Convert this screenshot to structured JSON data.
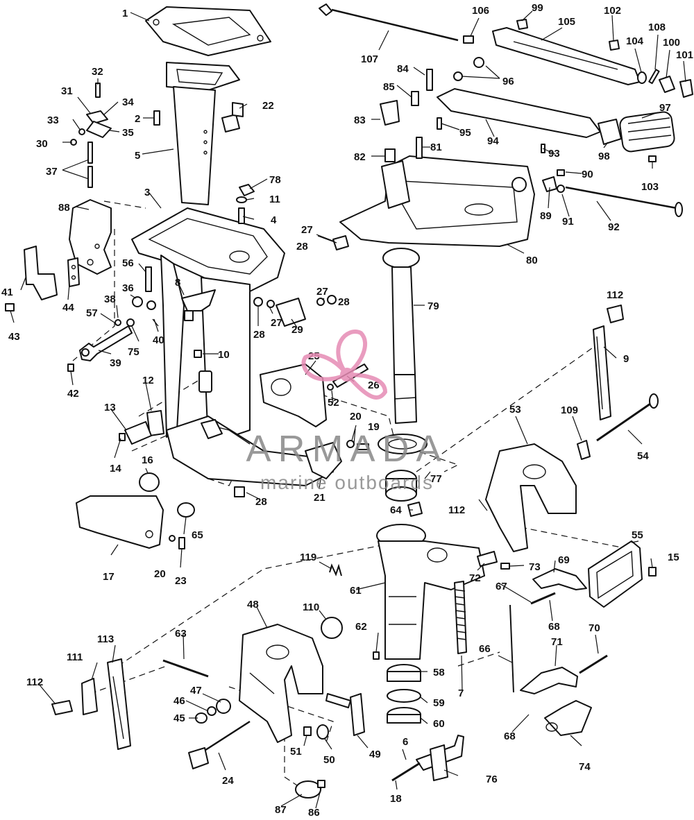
{
  "watermark": {
    "brand": "ARMADA",
    "tagline": "marine outboards",
    "accent_color": "#e68bb4",
    "text_color": "#888888"
  },
  "callouts": [
    "1",
    "2",
    "3",
    "4",
    "5",
    "6",
    "7",
    "8",
    "9",
    "10",
    "11",
    "12",
    "13",
    "14",
    "15",
    "16",
    "17",
    "18",
    "19",
    "20",
    "20",
    "21",
    "22",
    "23",
    "24",
    "25",
    "26",
    "27",
    "27",
    "27",
    "28",
    "28",
    "28",
    "28",
    "29",
    "30",
    "31",
    "32",
    "33",
    "34",
    "35",
    "36",
    "37",
    "38",
    "39",
    "40",
    "41",
    "42",
    "43",
    "44",
    "45",
    "46",
    "47",
    "48",
    "49",
    "50",
    "51",
    "52",
    "53",
    "54",
    "55",
    "56",
    "57",
    "58",
    "59",
    "60",
    "61",
    "62",
    "63",
    "64",
    "65",
    "66",
    "67",
    "68",
    "68",
    "69",
    "70",
    "71",
    "72",
    "73",
    "74",
    "75",
    "76",
    "77",
    "78",
    "79",
    "80",
    "81",
    "82",
    "83",
    "84",
    "85",
    "86",
    "87",
    "88",
    "89",
    "90",
    "91",
    "92",
    "93",
    "94",
    "95",
    "96",
    "97",
    "98",
    "99",
    "100",
    "101",
    "102",
    "103",
    "104",
    "105",
    "106",
    "107",
    "108",
    "109",
    "110",
    "111",
    "112",
    "112",
    "112",
    "113",
    "119"
  ]
}
